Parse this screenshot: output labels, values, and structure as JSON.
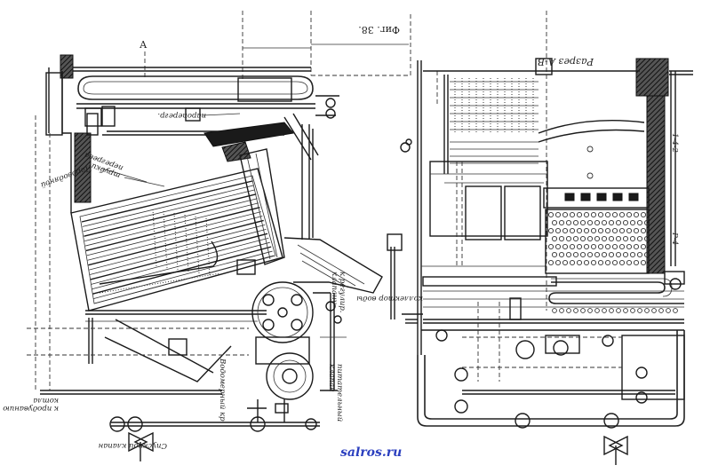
{
  "figure": {
    "number_label": "Фиг. 38.",
    "section_label": "Разрез А-В",
    "section_marker": "А",
    "watermark": "salros.ru"
  },
  "left_view": {
    "callouts": [
      "пароперегр.",
      "трубки\nперегрева",
      "Пароводяной",
      "к регулир.\nклапану",
      "Водомерный кр.",
      "питательный\nклапан",
      "к продуванию\nкотла",
      "Спускной клапан"
    ]
  },
  "right_view": {
    "callouts": [
      "коллектор воды",
      "1-4-2",
      "Р-4"
    ]
  }
}
